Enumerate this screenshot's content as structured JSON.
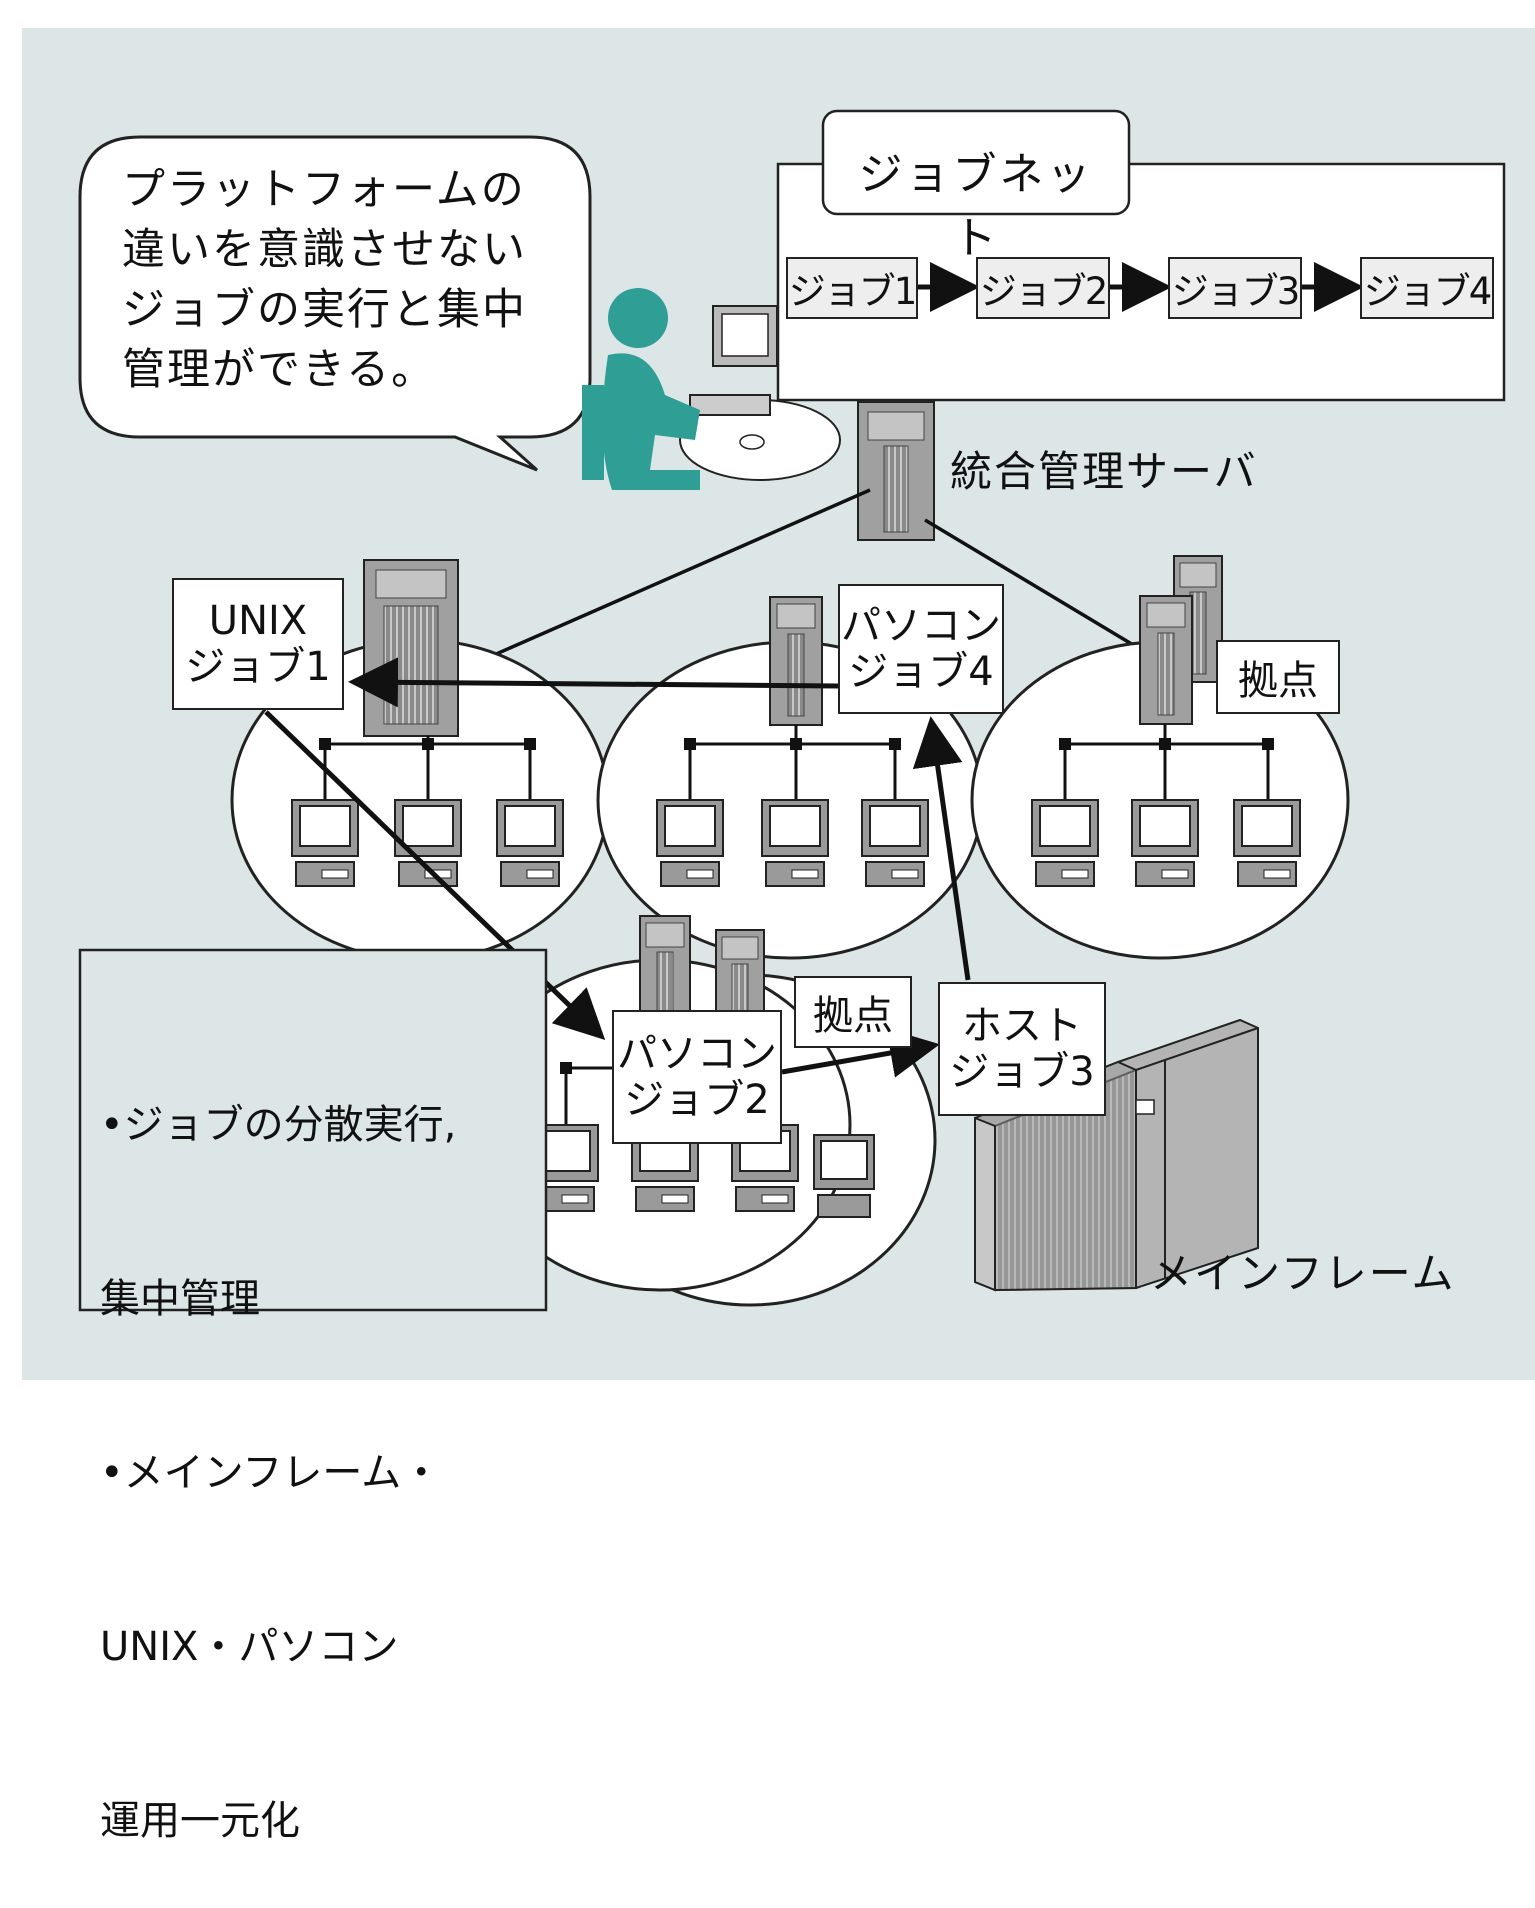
{
  "speech_bubble": {
    "lines": [
      "プラットフォームの",
      "違いを意識させない",
      "ジョブの実行と集中",
      "管理ができる。"
    ]
  },
  "jobnet": {
    "title": "ジョブネット",
    "jobs": [
      "ジョブ1",
      "ジョブ2",
      "ジョブ3",
      "ジョブ4"
    ]
  },
  "server_label": "統合管理サーバ",
  "unix_job": {
    "line1": "UNIX",
    "line2": "ジョブ1"
  },
  "pc_job4": {
    "line1": "パソコン",
    "line2": "ジョブ4"
  },
  "site_label_right": "拠点",
  "site_label_bottom": "拠点",
  "pc_job2": {
    "line1": "パソコン",
    "line2": "ジョブ2"
  },
  "host_job3": {
    "line1": "ホスト",
    "line2": "ジョブ3"
  },
  "mainframe_label": "メインフレーム",
  "features": {
    "lines": [
      "•ジョブの分散実行,",
      "  集中管理",
      "•メインフレーム・",
      "  UNIX・パソコン",
      "  運用一元化"
    ]
  },
  "colors": {
    "background": "#dce6e6",
    "person": "#2f9e94",
    "device": "#9a9a9a",
    "line": "#111111"
  }
}
